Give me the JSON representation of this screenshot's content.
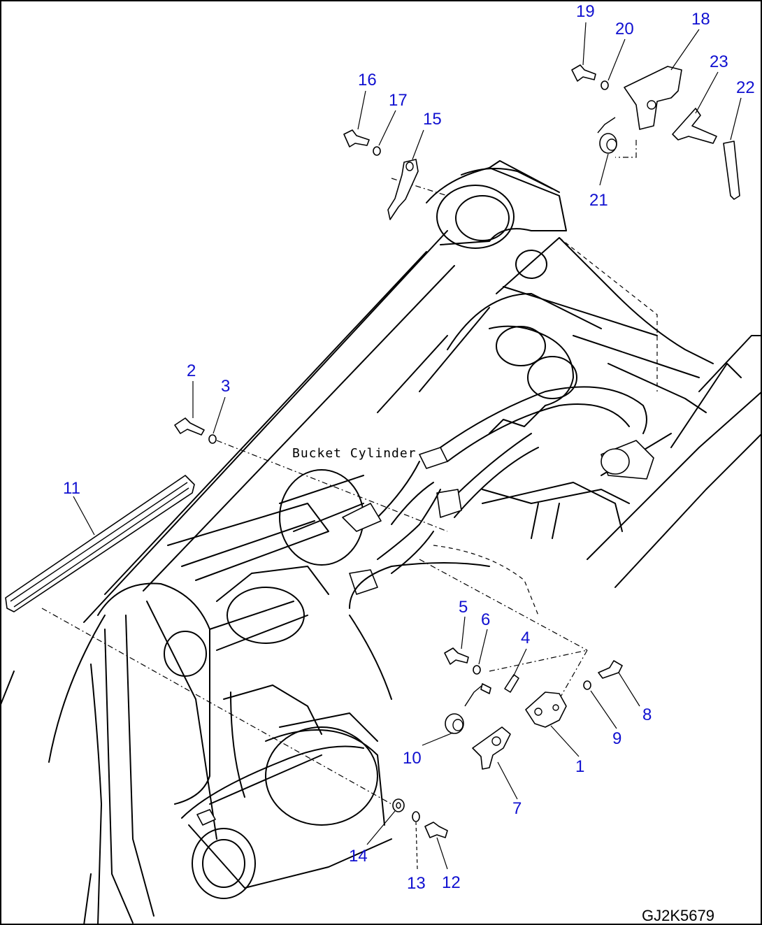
{
  "drawing": {
    "annotation": "Bucket Cylinder",
    "drawing_code": "GJ2K5679",
    "accent_color": "#1010d0"
  },
  "callouts": {
    "c1": "1",
    "c2": "2",
    "c3": "3",
    "c4": "4",
    "c5": "5",
    "c6": "6",
    "c7": "7",
    "c8": "8",
    "c9": "9",
    "c10": "10",
    "c11": "11",
    "c12": "12",
    "c13": "13",
    "c14": "14",
    "c15": "15",
    "c16": "16",
    "c17": "17",
    "c18": "18",
    "c19": "19",
    "c20": "20",
    "c21": "21",
    "c22": "22",
    "c23": "23"
  }
}
